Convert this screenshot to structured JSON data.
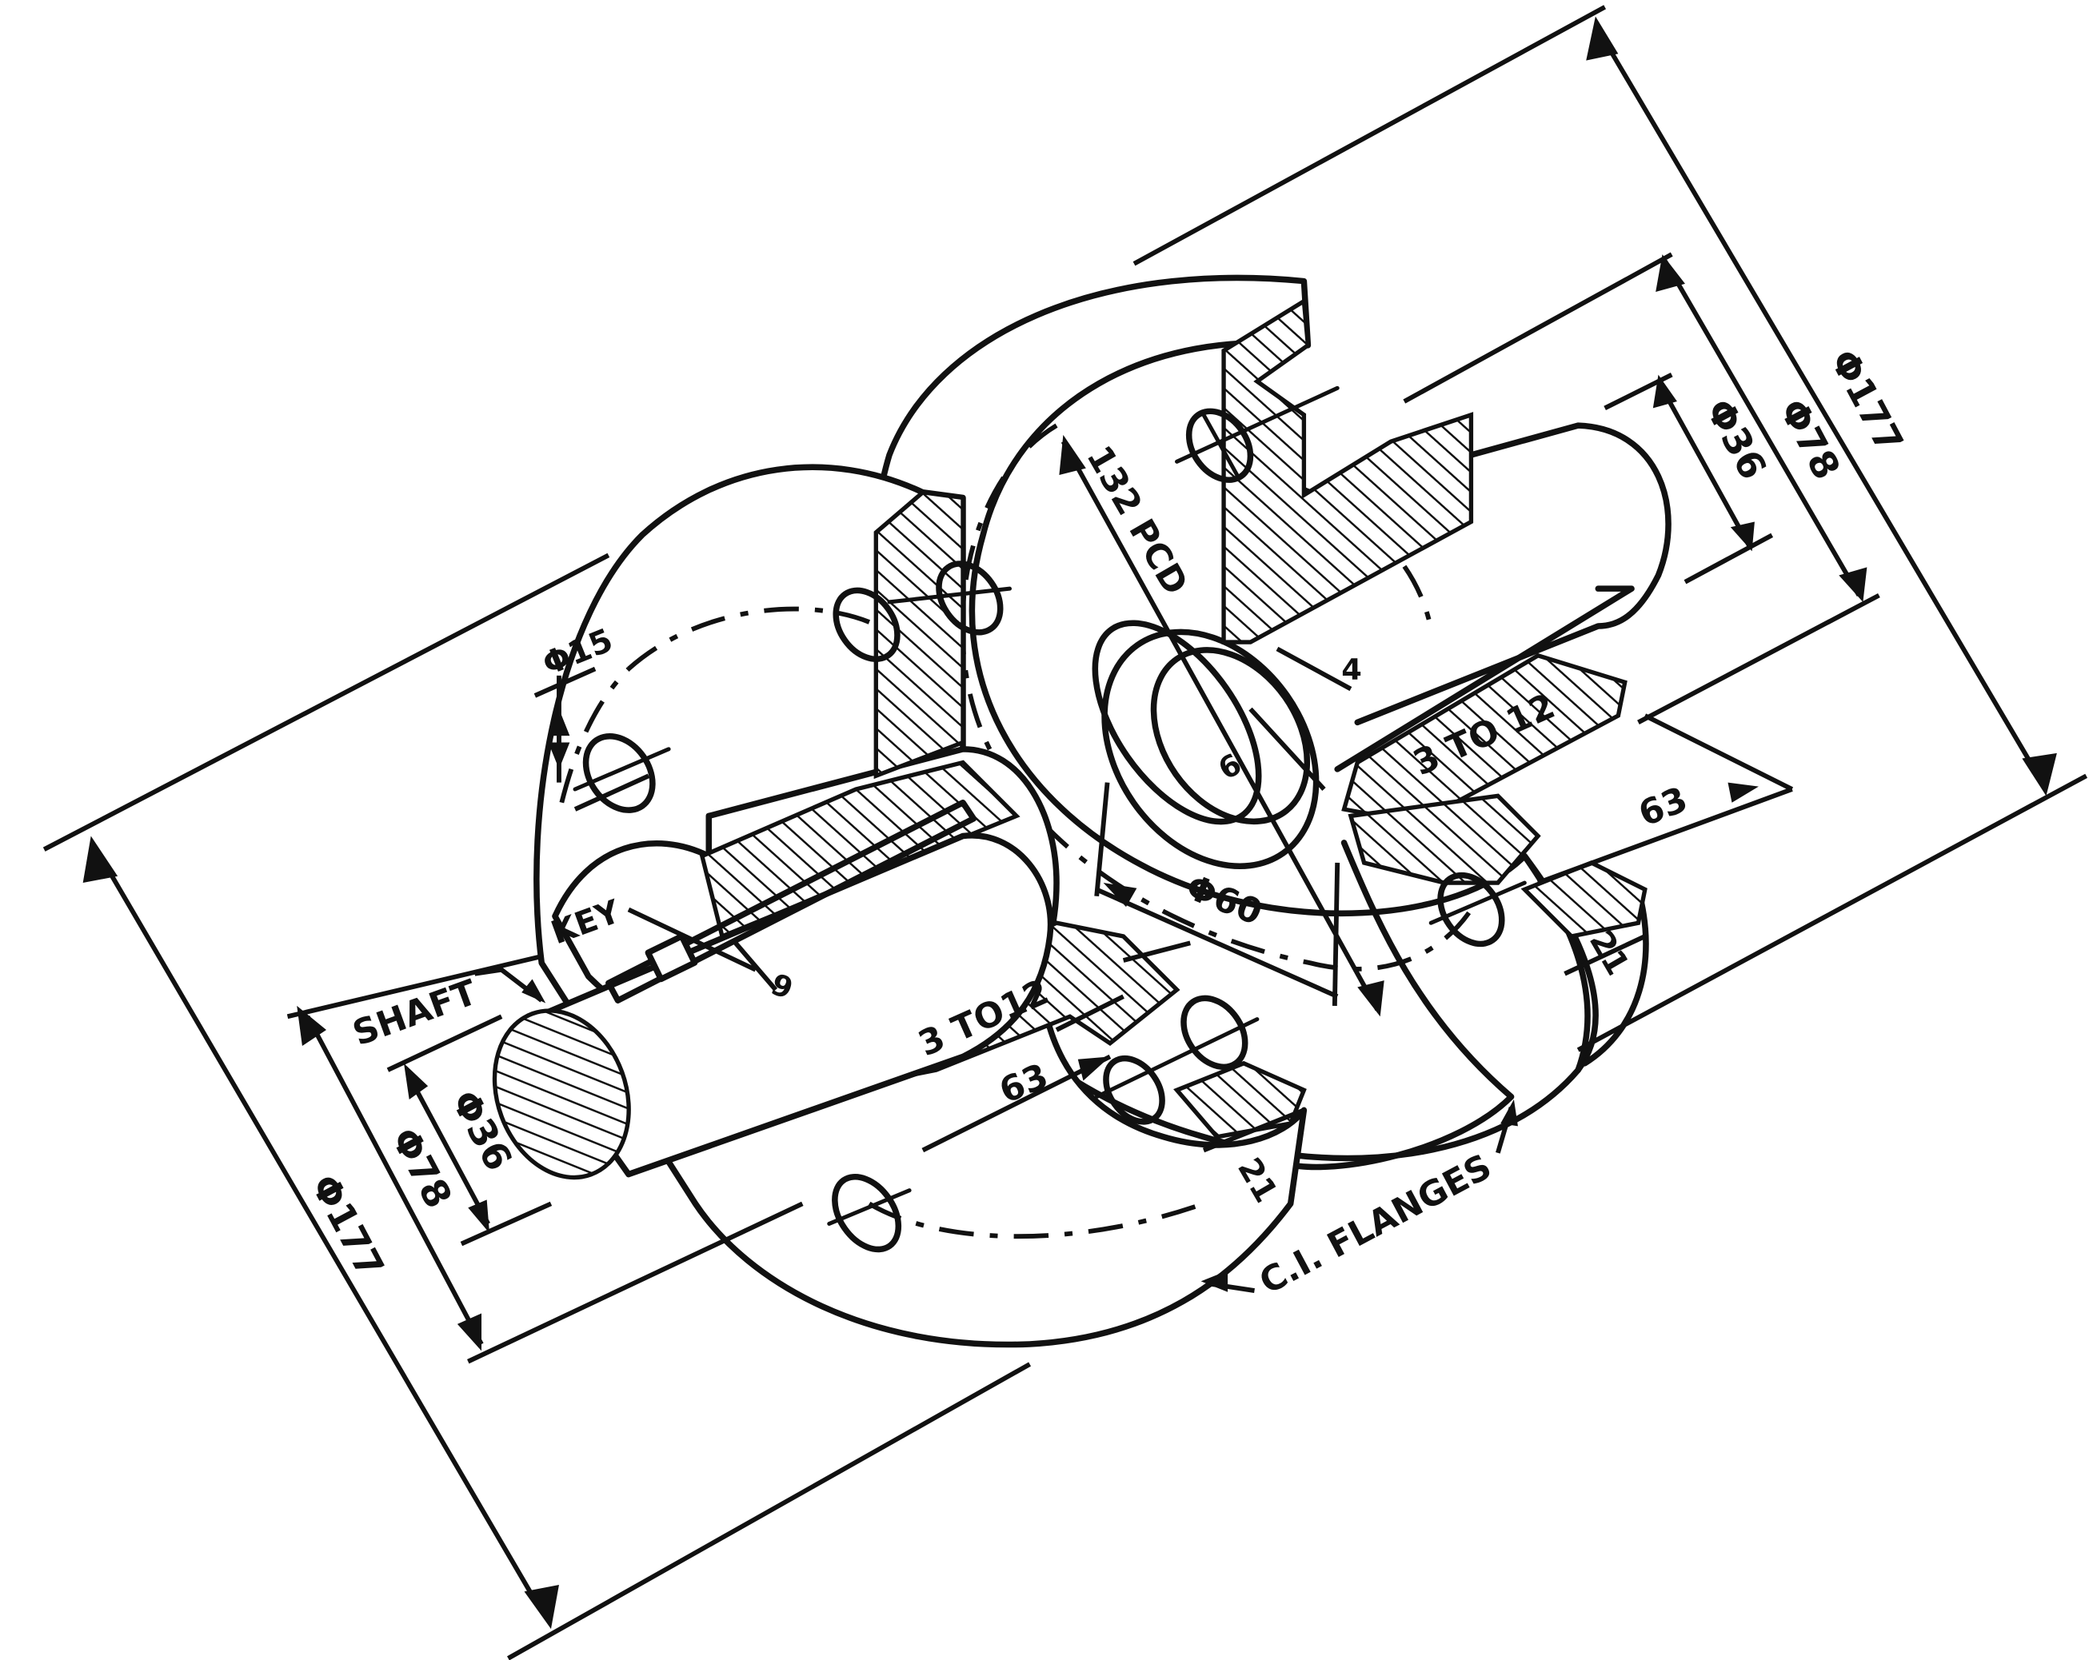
{
  "labels": {
    "shaft": "SHAFT",
    "key": "KEY",
    "ci_flanges": "C.I. FLANGES",
    "pcd": "132 PCD",
    "dia_177_left": "Φ177",
    "dia_78_left": "Φ78",
    "dia_36_left": "Φ36",
    "dia_177_right": "Φ177",
    "dia_78_right": "Φ78",
    "dia_36_right": "Φ36",
    "dia_15": "Φ15",
    "dia_60": "Φ60",
    "len_63_left": "63",
    "len_63_right": "63",
    "len_21_left": "21",
    "len_21_right": "21",
    "key_9_left": "9",
    "key_9_right": "9",
    "key_4": "4",
    "range_left": "3 TO12",
    "range_right": "3 TO 12"
  },
  "colors": {
    "ink": "#111111",
    "paper": "#ffffff"
  }
}
